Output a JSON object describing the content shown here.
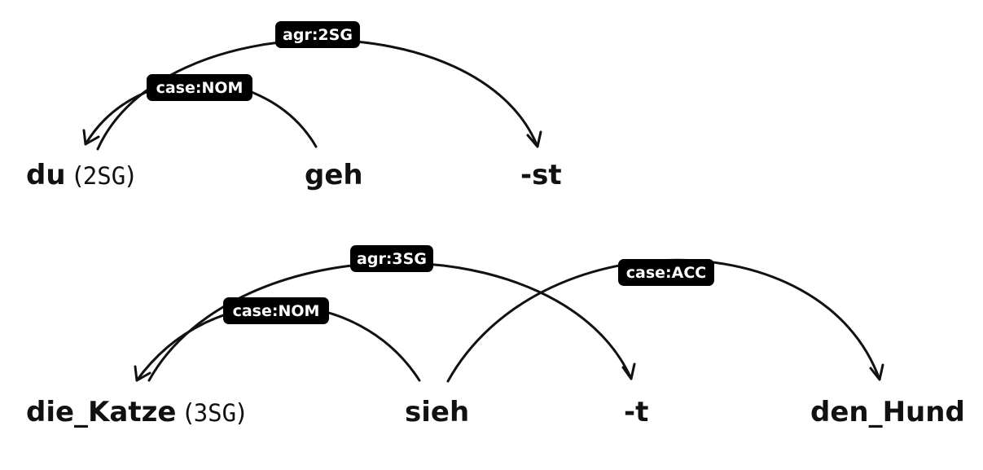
{
  "diagrams": [
    {
      "words": [
        {
          "text": "du",
          "feature": "2SG"
        },
        {
          "text": "geh",
          "feature": ""
        },
        {
          "text": "-st",
          "feature": ""
        }
      ],
      "arcs": [
        {
          "label": "case:NOM",
          "from": "geh",
          "to": "du"
        },
        {
          "label": "agr:2SG",
          "from": "du",
          "to": "-st"
        }
      ]
    },
    {
      "words": [
        {
          "text": "die_Katze",
          "feature": "3SG"
        },
        {
          "text": "sieh",
          "feature": ""
        },
        {
          "text": "-t",
          "feature": ""
        },
        {
          "text": "den_Hund",
          "feature": ""
        }
      ],
      "arcs": [
        {
          "label": "case:NOM",
          "from": "sieh",
          "to": "die_Katze"
        },
        {
          "label": "agr:3SG",
          "from": "die_Katze",
          "to": "-t"
        },
        {
          "label": "case:ACC",
          "from": "sieh",
          "to": "den_Hund"
        }
      ]
    }
  ]
}
